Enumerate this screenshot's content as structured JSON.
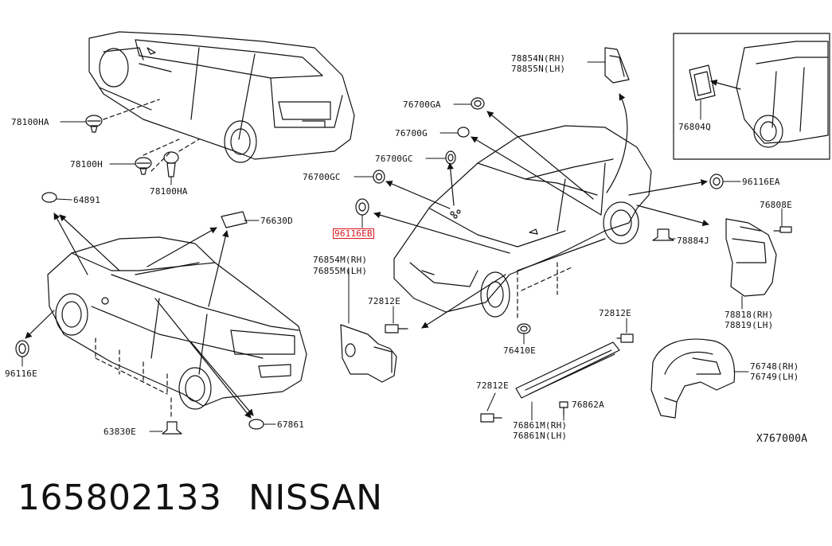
{
  "footer": {
    "part_number": "165802133",
    "brand": "NISSAN"
  },
  "diagram_code": "X767000A",
  "labels": {
    "78100HA_top": "78100HA",
    "78100H": "78100H",
    "78100HA_bottom": "78100HA",
    "64891": "64891",
    "76630D": "76630D",
    "96116E": "96116E",
    "63830E": "63830E",
    "67861": "67861",
    "76700GA": "76700GA",
    "76700G": "76700G",
    "76700GC_right": "76700GC",
    "76700GC_left": "76700GC",
    "96116EB": "96116EB",
    "78854N": "78854N(RH)",
    "78855N": "78855N(LH)",
    "76804Q": "76804Q",
    "96116EA": "96116EA",
    "76808E": "76808E",
    "78884J": "78884J",
    "76854M": "76854M(RH)",
    "76855M": "76855M(LH)",
    "72812E_center": "72812E",
    "72812E_right": "72812E",
    "72812E_bottom": "72812E",
    "76410E": "76410E",
    "78818": "78818(RH)",
    "78819": "78819(LH)",
    "76748": "76748(RH)",
    "76749": "76749(LH)",
    "76862A": "76862A",
    "76861M": "76861M(RH)",
    "76861N": "76861N(LH)"
  }
}
